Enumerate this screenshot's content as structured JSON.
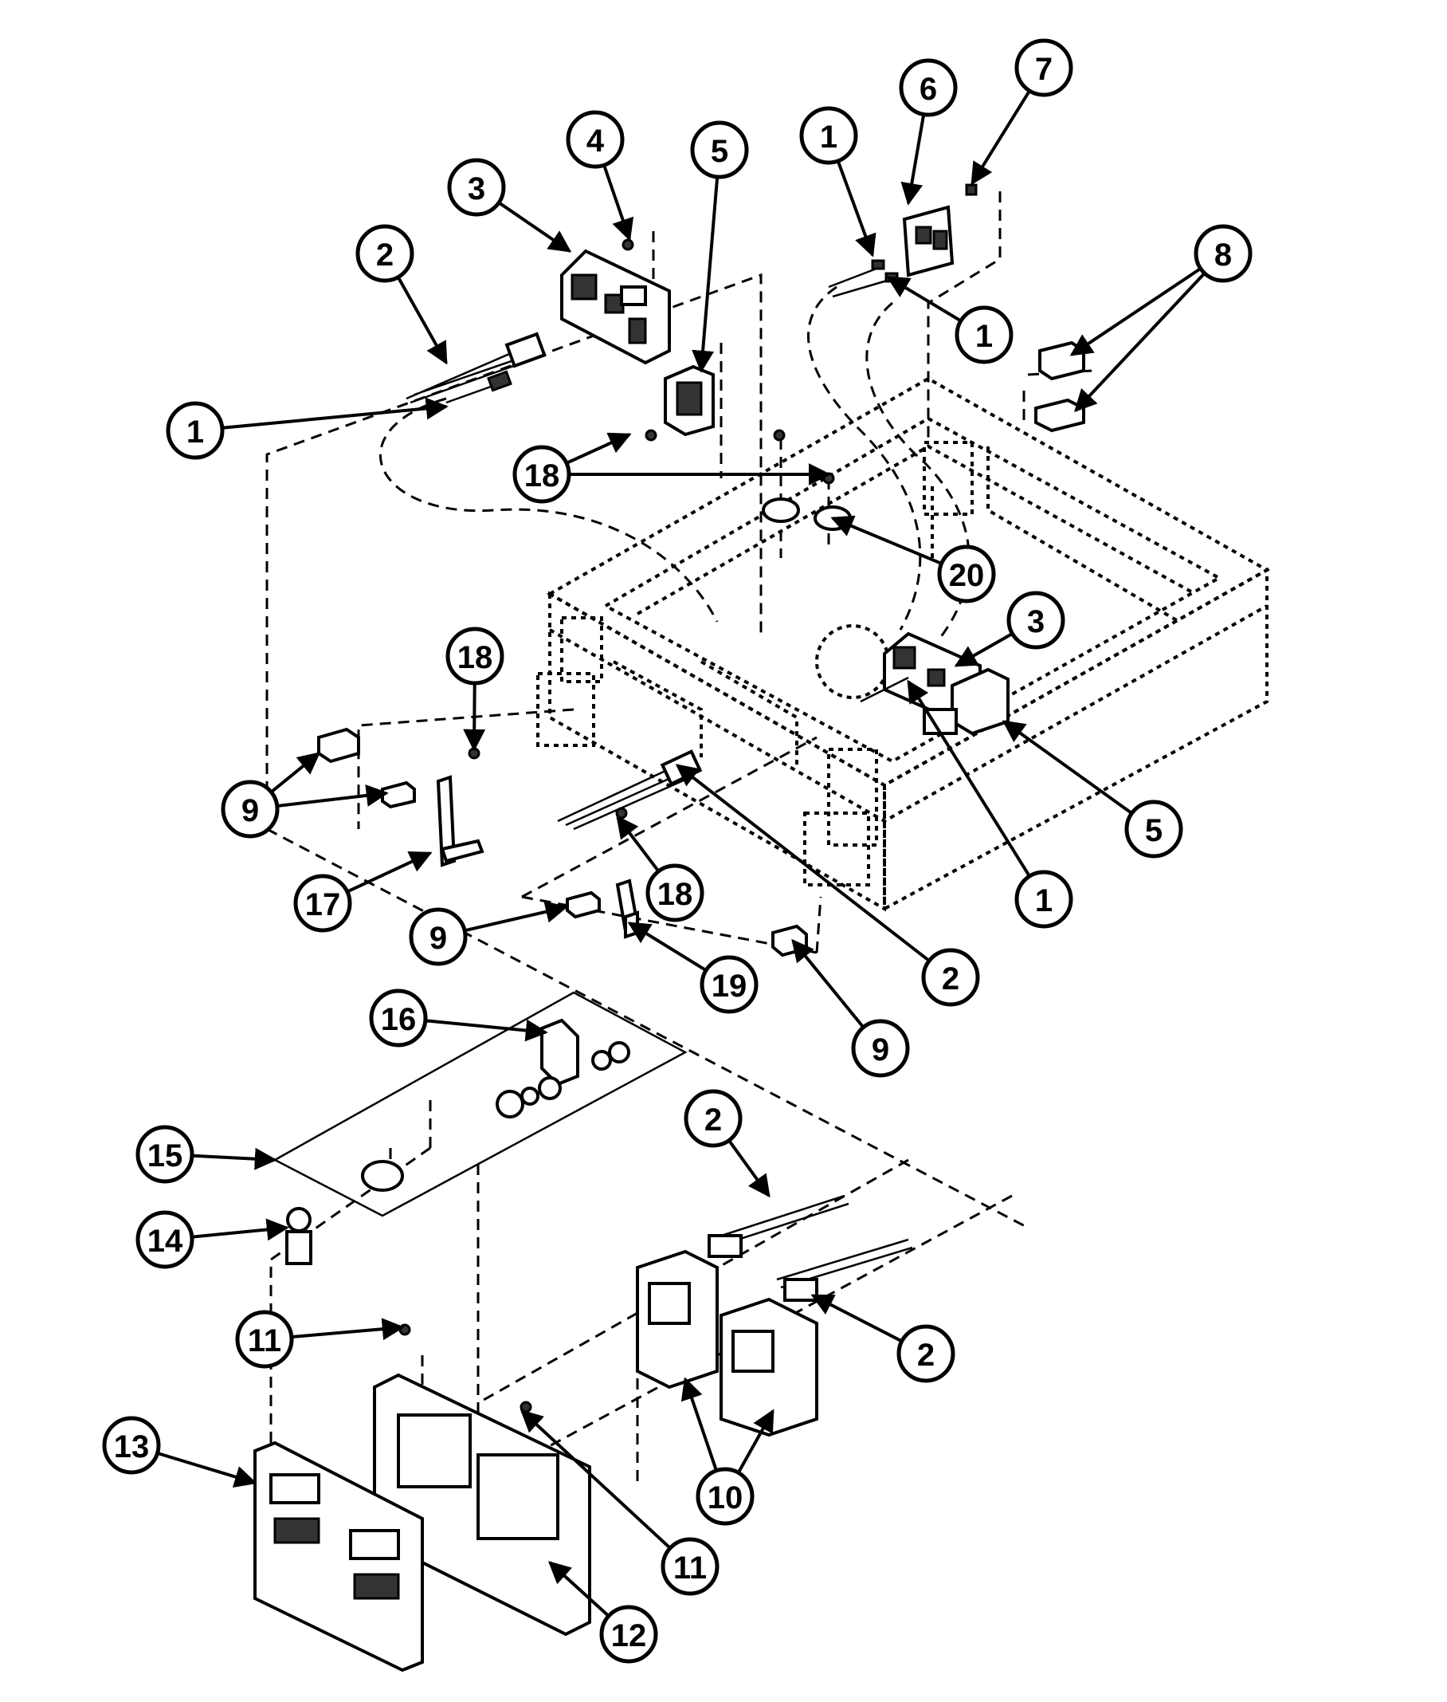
{
  "callouts": [
    {
      "label": "1"
    },
    {
      "label": "2"
    },
    {
      "label": "3"
    },
    {
      "label": "4"
    },
    {
      "label": "5"
    },
    {
      "label": "6"
    },
    {
      "label": "7"
    },
    {
      "label": "1"
    },
    {
      "label": "1"
    },
    {
      "label": "8"
    },
    {
      "label": "18"
    },
    {
      "label": "20"
    },
    {
      "label": "3"
    },
    {
      "label": "5"
    },
    {
      "label": "1"
    },
    {
      "label": "18"
    },
    {
      "label": "9"
    },
    {
      "label": "17"
    },
    {
      "label": "18"
    },
    {
      "label": "9"
    },
    {
      "label": "19"
    },
    {
      "label": "2"
    },
    {
      "label": "9"
    },
    {
      "label": "16"
    },
    {
      "label": "15"
    },
    {
      "label": "2"
    },
    {
      "label": "14"
    },
    {
      "label": "2"
    },
    {
      "label": "11"
    },
    {
      "label": "13"
    },
    {
      "label": "10"
    },
    {
      "label": "11"
    },
    {
      "label": "12"
    }
  ]
}
